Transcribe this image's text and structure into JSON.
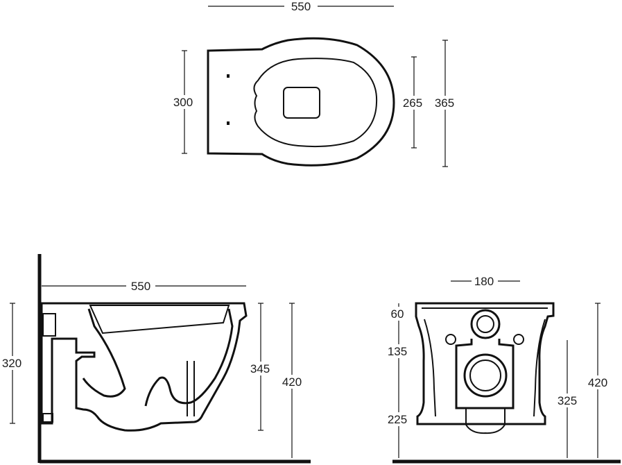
{
  "top_view": {
    "width": "550",
    "height_left": "300",
    "height_inner": "265",
    "height_outer": "365"
  },
  "side_view": {
    "length": "550",
    "height_left": "320",
    "height_rim": "345",
    "height_total": "420"
  },
  "front_view": {
    "width": "180",
    "seg_top": "60",
    "seg_mid": "135",
    "seg_bottom": "225",
    "height_outlet": "325",
    "height_total": "420"
  }
}
